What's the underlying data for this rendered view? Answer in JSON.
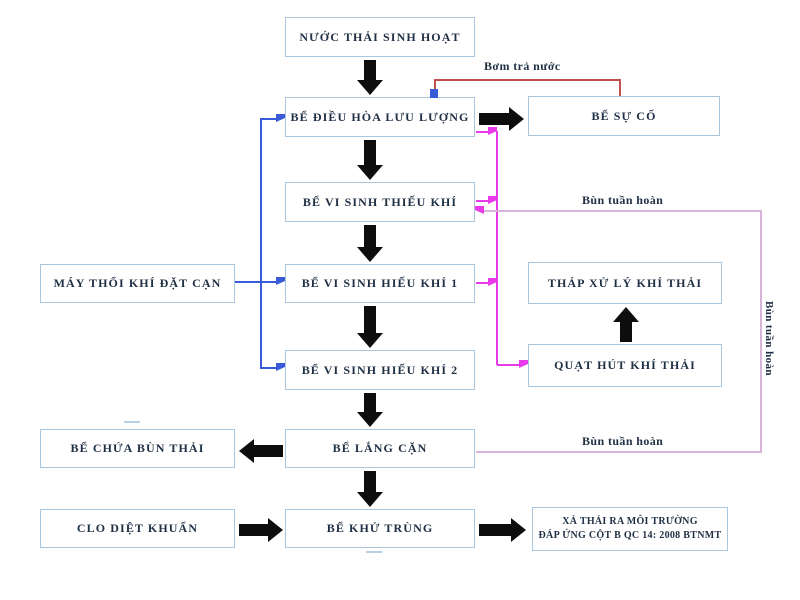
{
  "diagram": {
    "nodes": {
      "nuoc_thai": {
        "label": "NƯỚC THẢI SINH HOẠT"
      },
      "be_dieu_hoa": {
        "label": "BỂ ĐIỀU HÒA LƯU LƯỢNG"
      },
      "be_su_co": {
        "label": "BỂ SỰ CỐ"
      },
      "be_thieu_khi": {
        "label": "BỂ VI SINH THIẾU KHÍ"
      },
      "may_thoi_khi": {
        "label": "MÁY THỔI KHÍ ĐẶT CẠN"
      },
      "be_hieu_khi_1": {
        "label": "BỂ VI SINH HIẾU KHÍ 1"
      },
      "thap_xu_ly": {
        "label": "THÁP XỬ LÝ KHÍ THẢI"
      },
      "be_hieu_khi_2": {
        "label": "BỂ VI SINH HIẾU KHÍ 2"
      },
      "quat_hut": {
        "label": "QUẠT HÚT KHÍ THẢI"
      },
      "be_chua_bun": {
        "label": "BỂ CHỨA BÙN THẢI"
      },
      "be_lang_can": {
        "label": "BỂ LẮNG CẶN"
      },
      "clo_diet_khuan": {
        "label": "CLO DIỆT KHUẨN"
      },
      "be_khu_trung": {
        "label": "BỂ KHỬ TRÙNG"
      },
      "xa_thai": {
        "label_line1": "XẢ THẢI RA MÔI TRƯỜNG",
        "label_line2": "ĐÁP ỨNG CỘT B QC 14: 2008 BTNMT"
      }
    },
    "edge_labels": {
      "bom_tra_nuoc": "Bơm trả nước",
      "bun_tuan_hoan_top": "Bùn tuần hoàn",
      "bun_tuan_hoan_side": "Bùn tuần hoàn",
      "bun_tuan_hoan_bottom": "Bùn tuần hoàn"
    },
    "colors": {
      "box_border": "#a9c6e0",
      "text": "#1f2f44",
      "arrow_black": "#0d0d0d",
      "line_blue": "#3a5bd7",
      "line_red": "#c0504d",
      "line_magenta": "#e83ae8",
      "line_pink": "#d8b4d8"
    }
  }
}
